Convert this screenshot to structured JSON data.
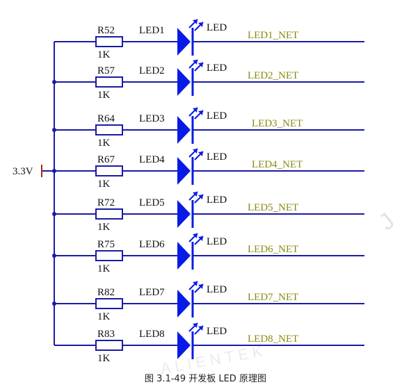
{
  "caption": "图 3.1-49 开发板 LED 原理图",
  "supply": {
    "label": "3.3V"
  },
  "colors": {
    "wire": "#1a1aa6",
    "led": "#0a1ae6",
    "resistor": "#1a1aa6",
    "supply_label": "#b02020",
    "net_label": "#8a8a10",
    "watermark": "#e3e3e3"
  },
  "watermark": [
    "J",
    "ALIENTEK"
  ],
  "channels": [
    {
      "resistor": "R52",
      "value": "1K",
      "led": "LED1",
      "led_part": "LED",
      "net": "LED1_NET"
    },
    {
      "resistor": "R57",
      "value": "1K",
      "led": "LED2",
      "led_part": "LED",
      "net": "LED2_NET"
    },
    {
      "resistor": "R64",
      "value": "1K",
      "led": "LED3",
      "led_part": "LED",
      "net": "LED3_NET"
    },
    {
      "resistor": "R67",
      "value": "1K",
      "led": "LED4",
      "led_part": "LED",
      "net": "LED4_NET"
    },
    {
      "resistor": "R72",
      "value": "1K",
      "led": "LED5",
      "led_part": "LED",
      "net": "LED5_NET"
    },
    {
      "resistor": "R75",
      "value": "1K",
      "led": "LED6",
      "led_part": "LED",
      "net": "LED6_NET"
    },
    {
      "resistor": "R82",
      "value": "1K",
      "led": "LED7",
      "led_part": "LED",
      "net": "LED7_NET"
    },
    {
      "resistor": "R83",
      "value": "1K",
      "led": "LED8",
      "led_part": "LED",
      "net": "LED8_NET"
    }
  ]
}
